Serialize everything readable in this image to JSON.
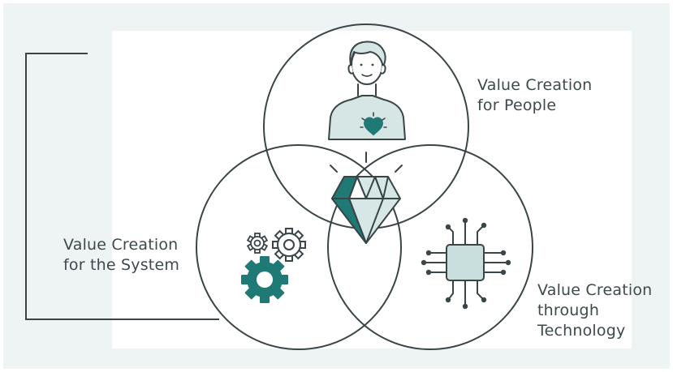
{
  "diagram": {
    "circles": [
      {
        "id": "people",
        "label_lines": [
          "Value Creation",
          "for People"
        ],
        "icon": "person-with-heart-icon"
      },
      {
        "id": "system",
        "label_lines": [
          "Value Creation",
          "for the System"
        ],
        "icon": "gears-icon"
      },
      {
        "id": "technology",
        "label_lines": [
          "Value Creation",
          "through",
          "Technology"
        ],
        "icon": "microchip-icon"
      }
    ],
    "center_icon": "diamond-icon"
  },
  "colors": {
    "frame_background": "#eef3f4",
    "panel_background": "#ffffff",
    "stroke": "#3a4547",
    "teal": "#1f7a75",
    "light_teal": "#cfe3e1",
    "chip_fill": "#c9dfde"
  }
}
